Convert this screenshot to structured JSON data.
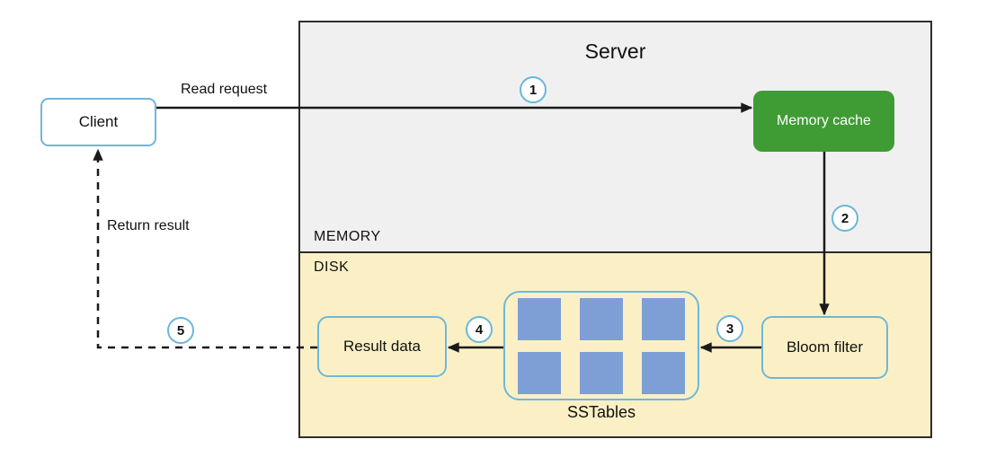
{
  "diagram": {
    "server": {
      "title": "Server",
      "memory_label": "MEMORY",
      "disk_label": "DISK"
    },
    "nodes": {
      "client": "Client",
      "memory_cache": "Memory cache",
      "bloom_filter": "Bloom filter",
      "result_data": "Result data",
      "sstables": "SSTables"
    },
    "edges": {
      "read_request": "Read request",
      "return_result": "Return result"
    },
    "steps": [
      "1",
      "2",
      "3",
      "4",
      "5"
    ],
    "colors": {
      "memory_zone_bg": "#f0f0f0",
      "disk_zone_bg": "#fbf0c5",
      "memory_cache_bg": "#3f9c35",
      "memory_cache_text": "#ffffff",
      "sstable_block": "#7e9fd5",
      "node_border": "#6fb7da",
      "step_badge_border": "#6cb6d9",
      "container_border": "#2d2d2d",
      "arrow": "#1a1a1a"
    }
  }
}
